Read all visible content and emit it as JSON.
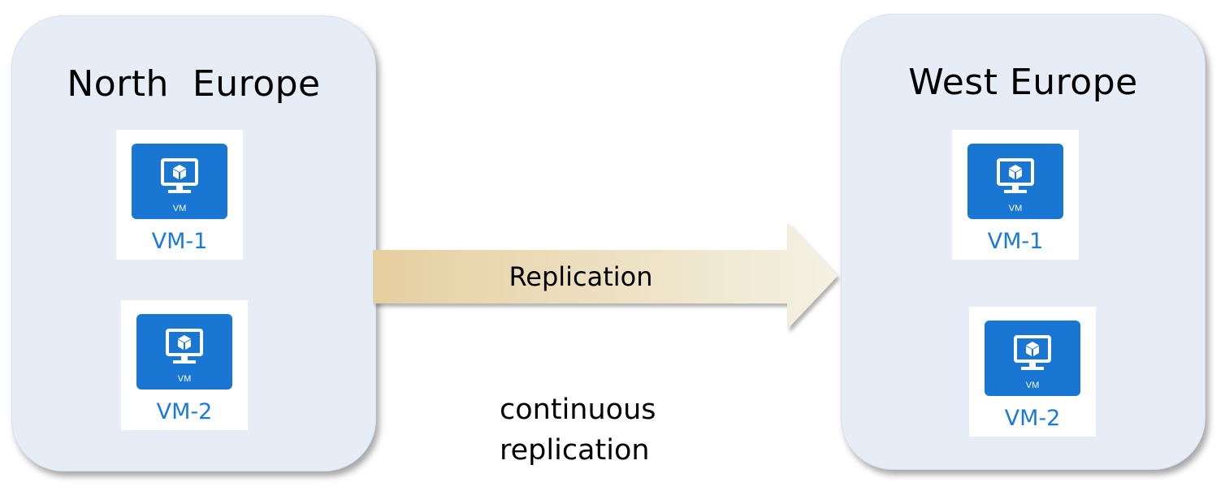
{
  "regions": {
    "left": {
      "title": "North  Europe",
      "vms": [
        {
          "icon_label": "VM",
          "name": "VM-1"
        },
        {
          "icon_label": "VM",
          "name": "VM-2"
        }
      ]
    },
    "right": {
      "title": "West Europe",
      "vms": [
        {
          "icon_label": "VM",
          "name": "VM-1"
        },
        {
          "icon_label": "VM",
          "name": "VM-2"
        }
      ]
    }
  },
  "arrow": {
    "label": "Replication",
    "icon": "right-arrow-icon"
  },
  "caption": {
    "line1": "continuous",
    "line2": "replication"
  },
  "colors": {
    "region_background": "#e7edf6",
    "vm_tile": "#1976d2",
    "vm_name": "#1a7ad8",
    "arrow_start": "#e6cfa0",
    "arrow_end": "#f4f1e3"
  }
}
